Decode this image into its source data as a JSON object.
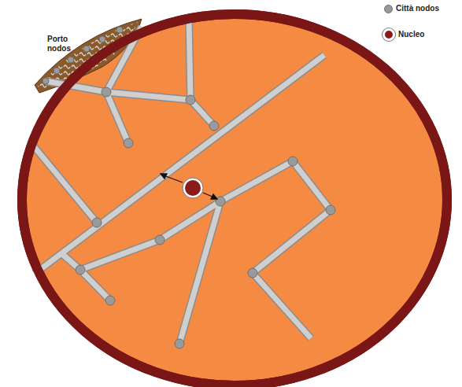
{
  "diagram": {
    "labels": [
      "Porto nodos"
    ],
    "legend": [
      {
        "text": "Città nodos",
        "color": "#999999"
      },
      {
        "text": "Nucleo",
        "color": "#8b1a1a"
      }
    ]
  }
}
